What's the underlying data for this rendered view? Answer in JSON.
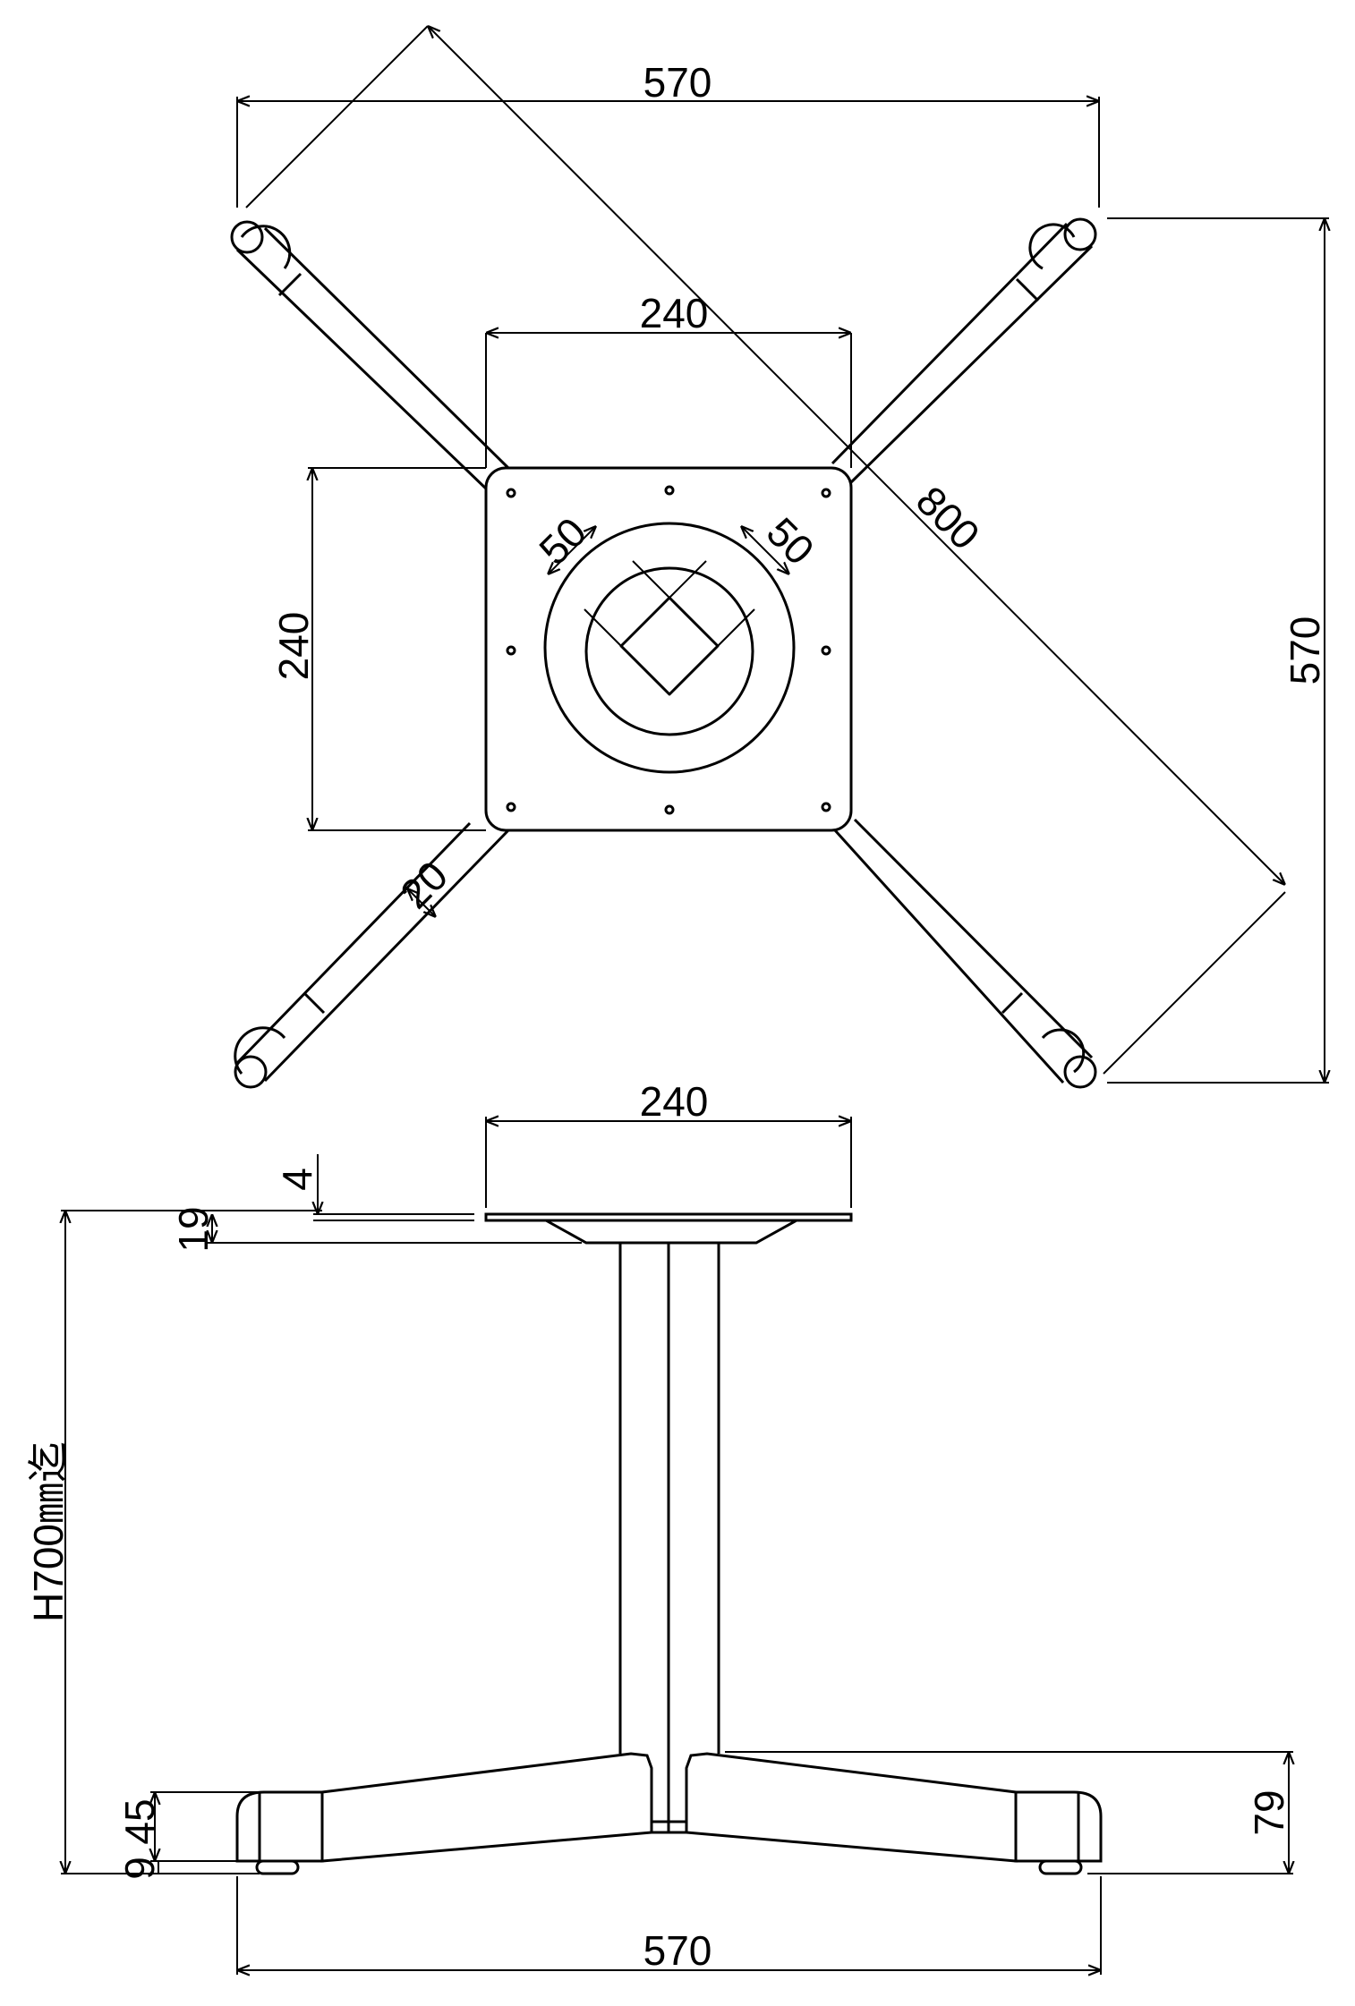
{
  "top_view": {
    "overall_width": "570",
    "overall_height": "570",
    "diagonal": "800",
    "plate_width": "240",
    "plate_height": "240",
    "socket_left": "50",
    "socket_right": "50",
    "leg_width": "20"
  },
  "side_view": {
    "plate_width": "240",
    "plate_thickness": "4",
    "flange_height": "19",
    "overall_height": "H700㎜迄",
    "foot_height": "45",
    "adjuster_height": "9",
    "foot_base_width": "570",
    "leg_rise": "79"
  }
}
